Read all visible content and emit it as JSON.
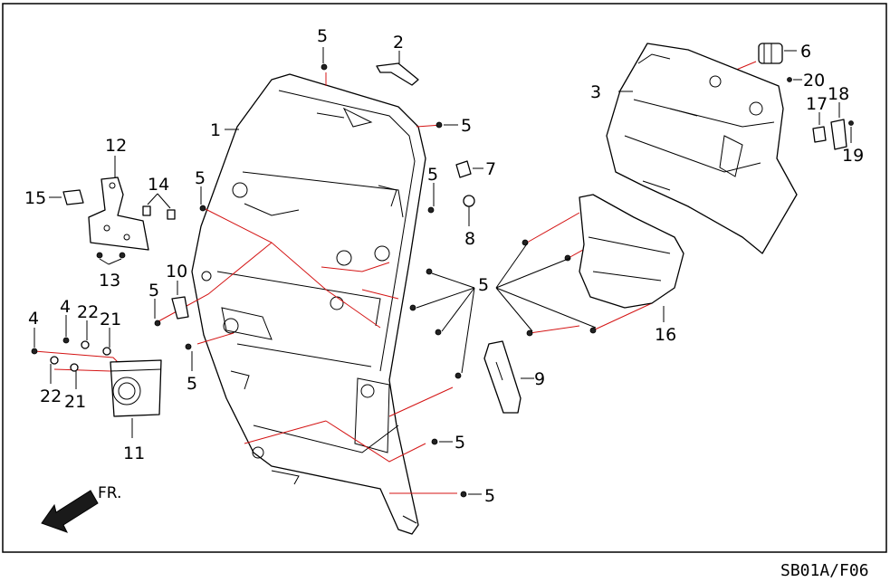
{
  "diagram_code": "SB01A/F06",
  "direction_label": "FR.",
  "callouts": {
    "c1": "1",
    "c2": "2",
    "c3": "3",
    "c4a": "4",
    "c4b": "4",
    "c5a": "5",
    "c5b": "5",
    "c5c": "5",
    "c5d": "5",
    "c5e": "5",
    "c5f": "5",
    "c5g": "5",
    "c5h": "5",
    "c5i": "5",
    "c6": "6",
    "c7": "7",
    "c8": "8",
    "c9": "9",
    "c10": "10",
    "c11": "11",
    "c12": "12",
    "c13": "13",
    "c14": "14",
    "c15": "15",
    "c16": "16",
    "c17": "17",
    "c18": "18",
    "c19": "19",
    "c20": "20",
    "c21a": "21",
    "c21b": "21",
    "c22a": "22",
    "c22b": "22"
  },
  "colors": {
    "line": "#000000",
    "connector": "#d41414",
    "background": "#ffffff"
  }
}
